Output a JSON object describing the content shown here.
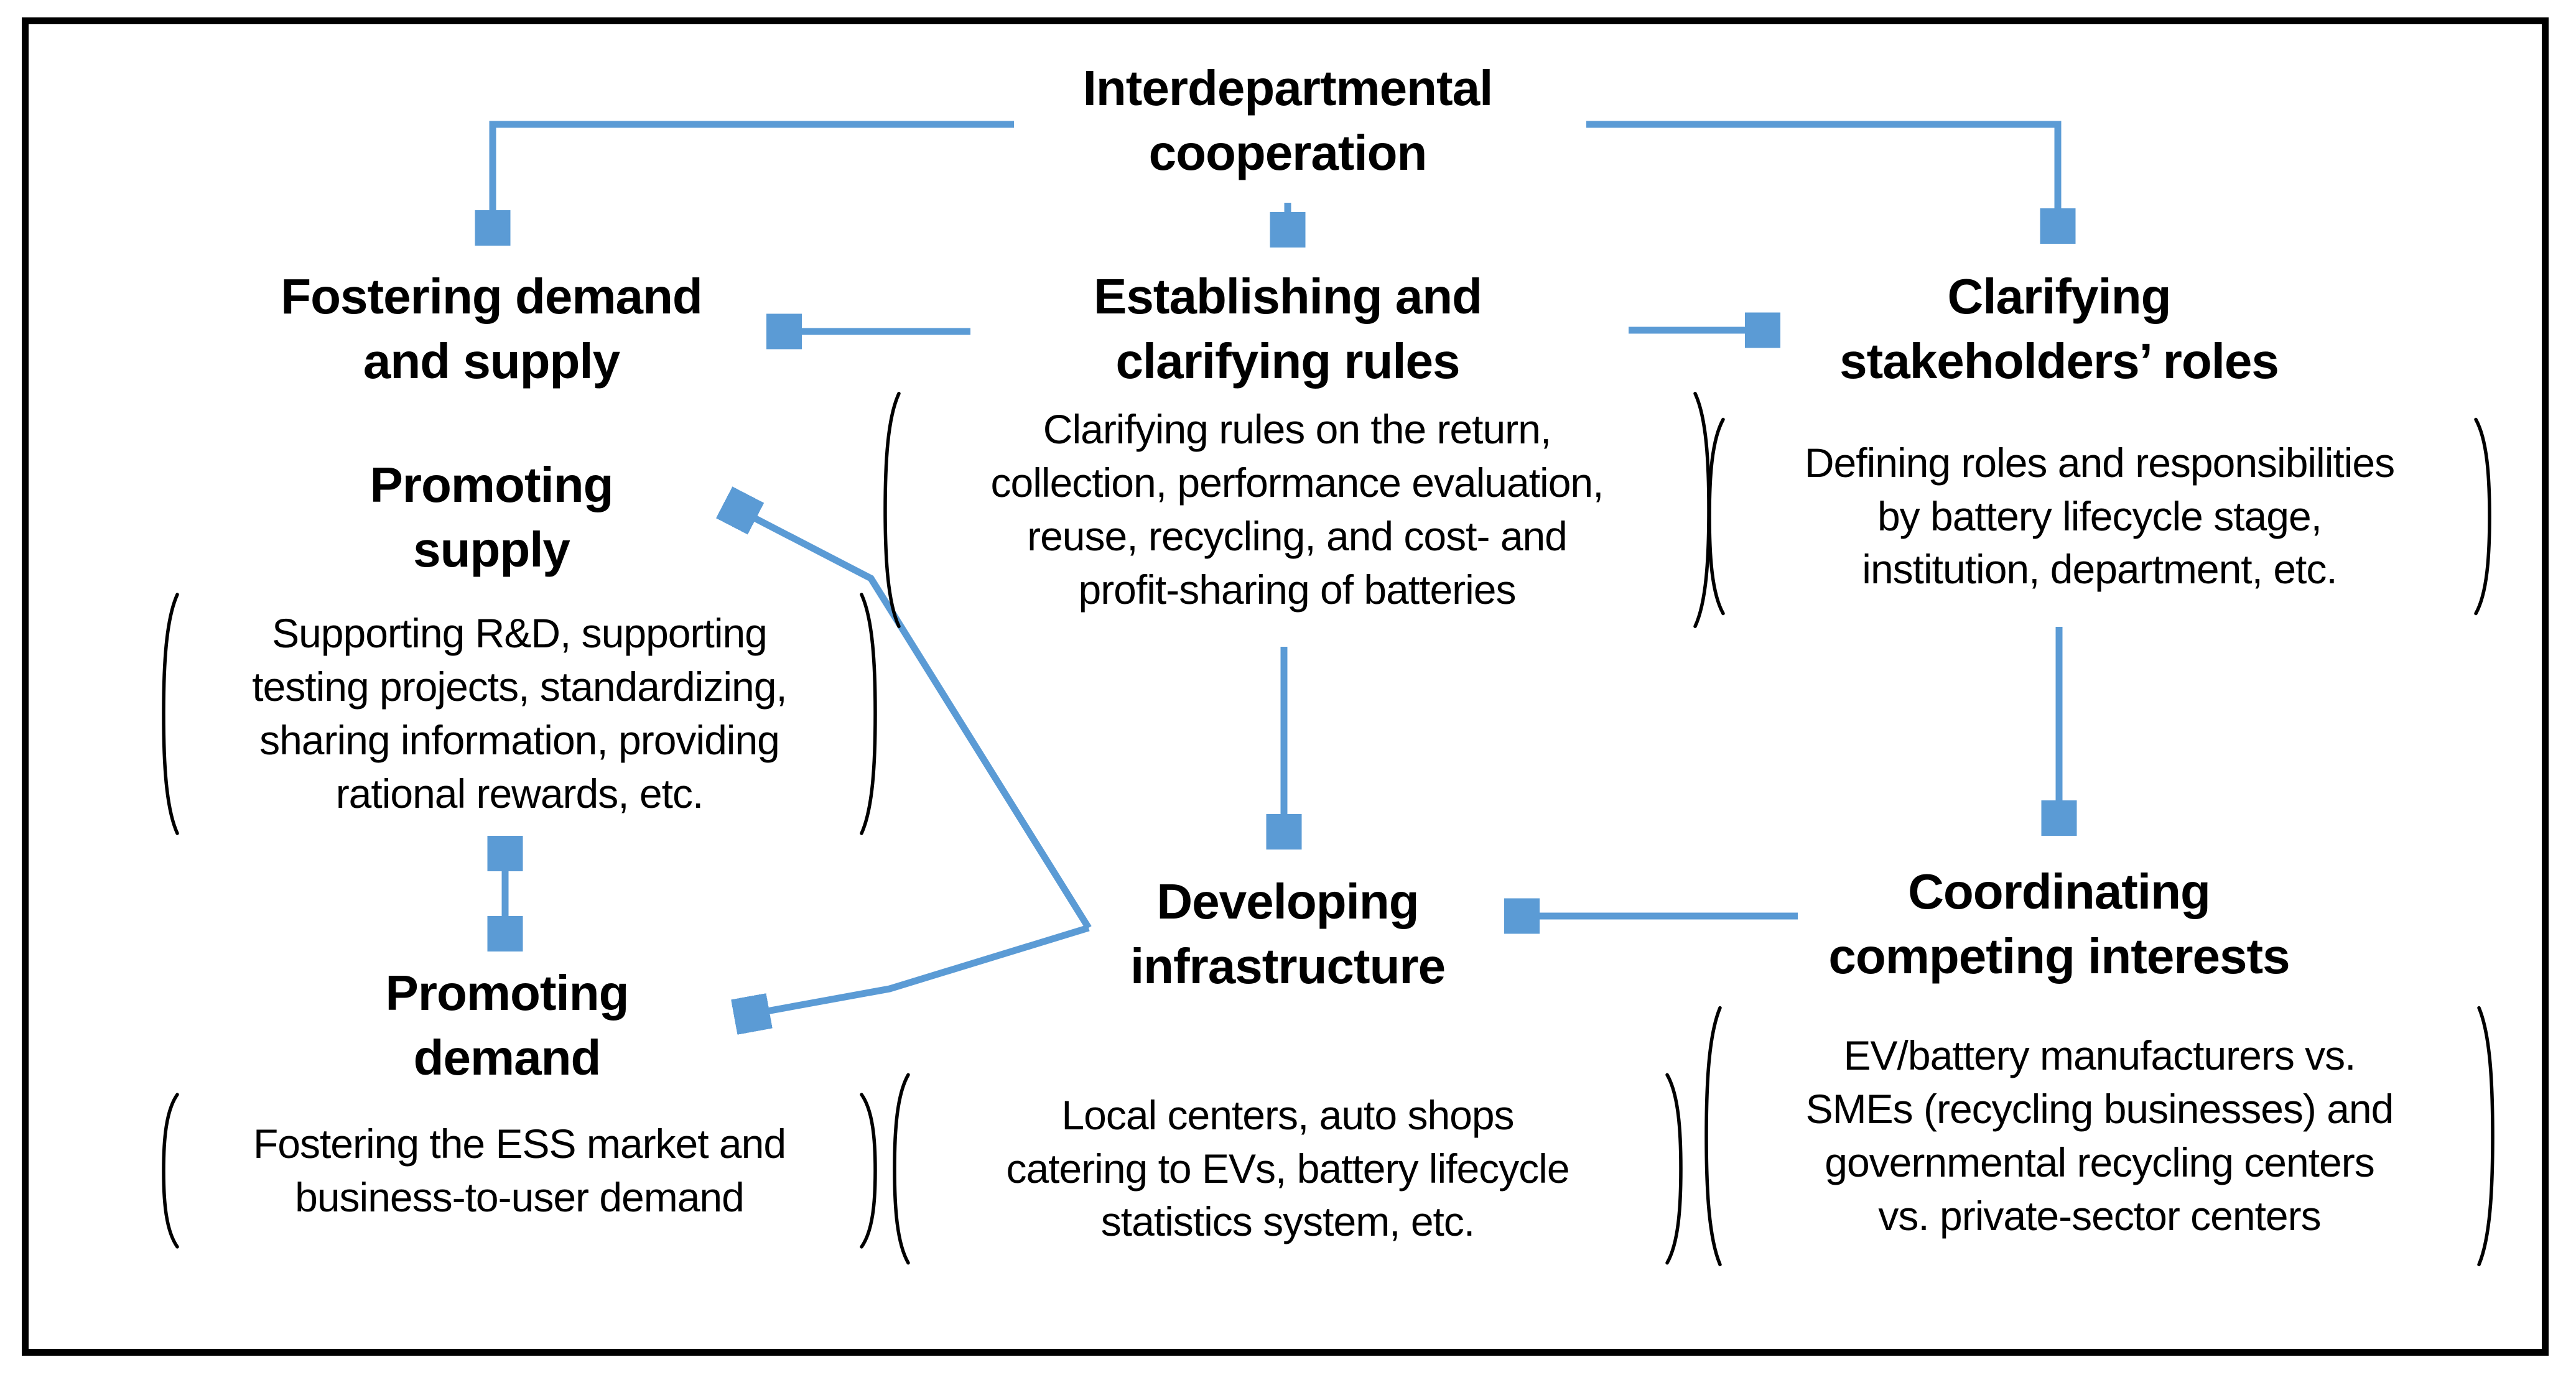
{
  "diagram": {
    "accent_color": "#5B9BD5",
    "text_color": "#000000",
    "border_color": "#000000",
    "title": "Interdepartmental\ncooperation",
    "nodes": {
      "fostering": "Fostering demand\nand supply",
      "establishing": "Establishing and\nclarifying rules",
      "clarifying": "Clarifying\nstakeholders’ roles",
      "promoting_supply": "Promoting\nsupply",
      "promoting_demand": "Promoting\ndemand",
      "developing": "Developing\ninfrastructure",
      "coordinating": "Coordinating\ncompeting interests"
    },
    "details": {
      "rules": "Clarifying rules on the return,\ncollection, performance evaluation,\nreuse, recycling, and cost- and\nprofit-sharing of batteries",
      "roles": "Defining roles and responsibilities\nby battery lifecycle stage,\ninstitution, department, etc.",
      "supply": "Supporting R&D, supporting\ntesting projects, standardizing,\nsharing information, providing\nrational rewards, etc.",
      "demand": "Fostering the ESS market and\nbusiness-to-user demand",
      "infrastructure": "Local centers, auto shops\ncatering to EVs, battery lifecycle\nstatistics system, etc.",
      "interests": "EV/battery manufacturers vs.\nSMEs (recycling businesses) and\ngovernmental recycling centers\nvs. private-sector centers"
    }
  }
}
